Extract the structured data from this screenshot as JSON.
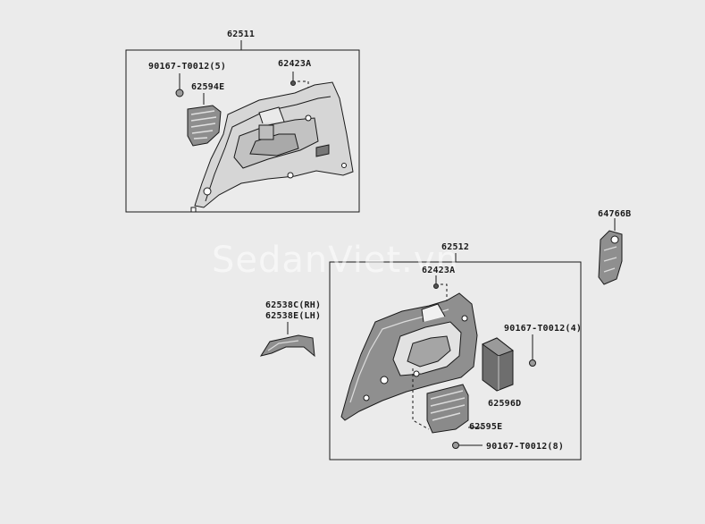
{
  "labels": {
    "upper_assembly": "62511",
    "upper_bolt": "90167-T0012(5)",
    "upper_clip": "62423A",
    "upper_cover": "62594E",
    "lower_assembly": "62512",
    "lower_clip": "62423A",
    "lower_bolt_a": "90167-T0012(4)",
    "lower_box": "62596D",
    "lower_pocket": "62595E",
    "lower_bolt_b": "90167-T0012(8)",
    "garnish_rh": "62538C(RH)",
    "garnish_lh": "62538E(LH)",
    "bracket": "64766B"
  },
  "watermark": "SedanViet.vn",
  "colors": {
    "background": "#ebebeb",
    "line": "#1a1a1a",
    "part_fill": "#d6d6d6",
    "dark_fill": "#9a9a9a"
  }
}
